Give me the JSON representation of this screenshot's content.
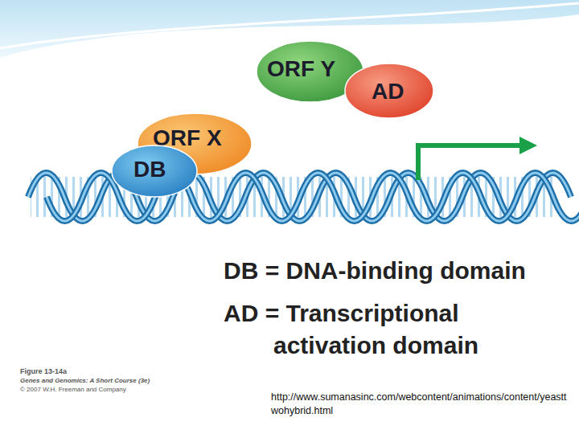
{
  "diagram": {
    "nodes": [
      {
        "text": [
          "ORF Y"
        ]
      },
      {
        "text": [
          "AD"
        ]
      },
      {
        "text": [
          "ORF X"
        ]
      },
      {
        "text": [
          "DB"
        ]
      }
    ],
    "labels": [
      "DB = DNA-binding domain",
      "AD = Transcriptional activation domain",
      "Figure 13-14a",
      "Genes and Genomics: A Short Course (3e)",
      "© 2007 W.H. Freeman and Company",
      "http://www.sumanasinc.com/webcontent/animations/content/yeasttwohybrid.html"
    ]
  }
}
